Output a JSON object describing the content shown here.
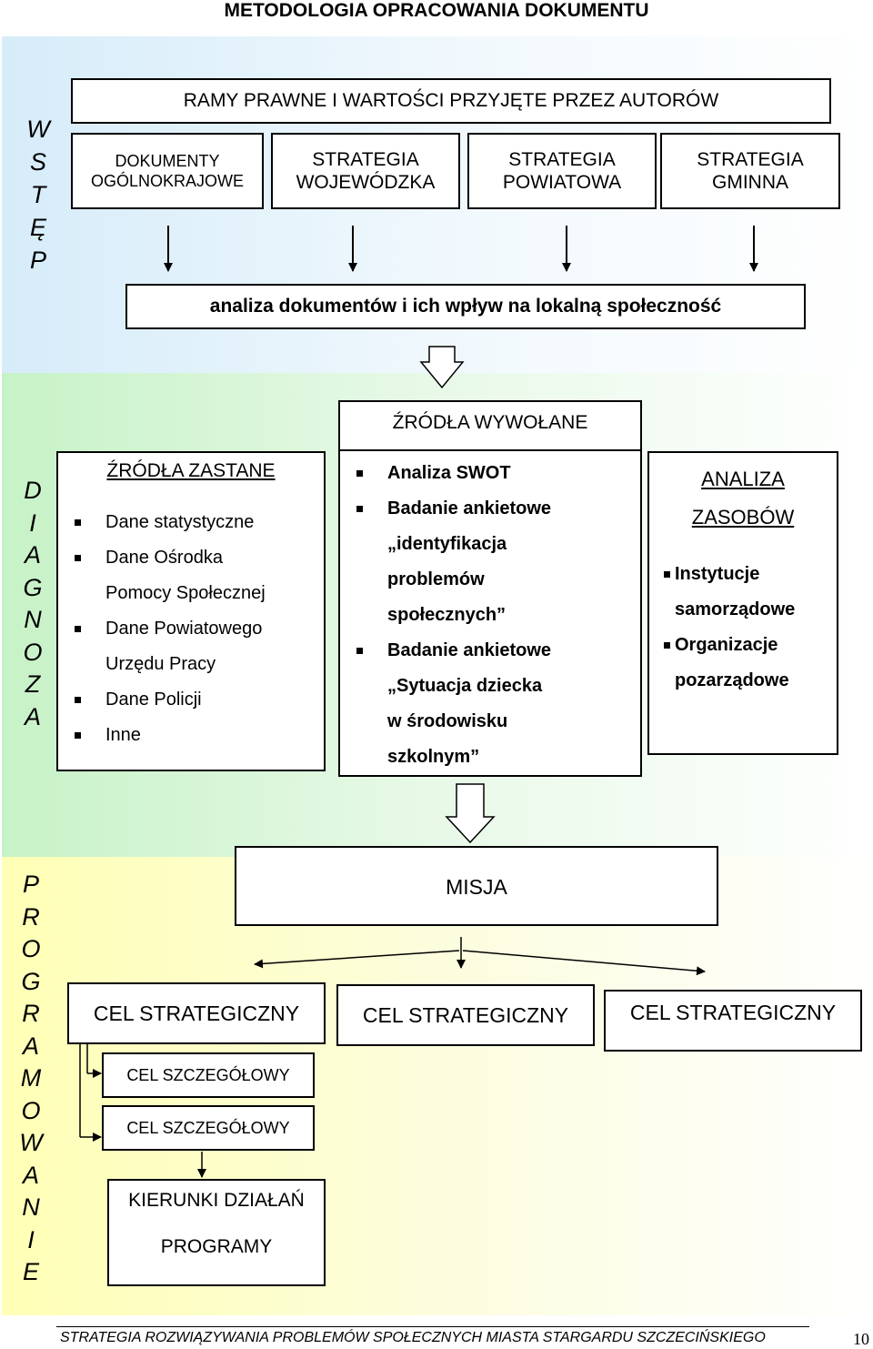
{
  "title": "METODOLOGIA OPRACOWANIA DOKUMENTU",
  "sections": {
    "wstep": [
      "W",
      "S",
      "T",
      "Ę",
      "P"
    ],
    "diagnoza": [
      "D",
      "I",
      "A",
      "G",
      "N",
      "O",
      "Z",
      "A"
    ],
    "programowanie": [
      "P",
      "R",
      "O",
      "G",
      "R",
      "A",
      "M",
      "O",
      "W",
      "A",
      "N",
      "I",
      "E"
    ]
  },
  "wstep": {
    "ramy": "RAMY PRAWNE I WARTOŚCI PRZYJĘTE PRZEZ AUTORÓW",
    "doc1": [
      "DOKUMENTY",
      "OGÓLNOKRAJOWE"
    ],
    "doc2": [
      "STRATEGIA",
      "WOJEWÓDZKA"
    ],
    "doc3": [
      "STRATEGIA",
      "POWIATOWA"
    ],
    "doc4": [
      "STRATEGIA",
      "GMINNA"
    ],
    "analiza": "analiza dokumentów i ich wpływ na lokalną społeczność"
  },
  "diagnoza": {
    "wywolane_title": "ŹRÓDŁA WYWOŁANE",
    "zastane_title": "ŹRÓDŁA ZASTANE",
    "zastane_items": [
      [
        "Dane statystyczne"
      ],
      [
        "Dane Ośrodka",
        "Pomocy Społecznej"
      ],
      [
        "Dane Powiatowego",
        "Urzędu Pracy"
      ],
      [
        "Dane Policji"
      ],
      [
        "Inne"
      ]
    ],
    "wywolane_items": [
      [
        "Analiza SWOT"
      ],
      [
        "Badanie ankietowe",
        "„identyfikacja",
        "problemów",
        "społecznych”"
      ],
      [
        "Badanie ankietowe",
        "„Sytuacja dziecka",
        "w środowisku",
        "szkolnym”"
      ]
    ],
    "zasoby_title": [
      "ANALIZA",
      "ZASOBÓW"
    ],
    "zasoby_items": [
      [
        "Instytucje",
        "samorządowe"
      ],
      [
        "Organizacje",
        "pozarządowe"
      ]
    ]
  },
  "programowanie": {
    "misja": "MISJA",
    "cel1": "CEL STRATEGICZNY",
    "cel2": "CEL STRATEGICZNY",
    "cel3": "CEL STRATEGICZNY",
    "szczeg1": "CEL SZCZEGÓŁOWY",
    "szczeg2": "CEL SZCZEGÓŁOWY",
    "kierunki": "KIERUNKI DZIAŁAŃ",
    "programy": "PROGRAMY"
  },
  "footer": {
    "text": "STRATEGIA ROZWIĄZYWANIA PROBLEMÓW SPOŁECZNYCH MIASTA STARGARDU SZCZECIŃSKIEGO",
    "page": "10"
  }
}
